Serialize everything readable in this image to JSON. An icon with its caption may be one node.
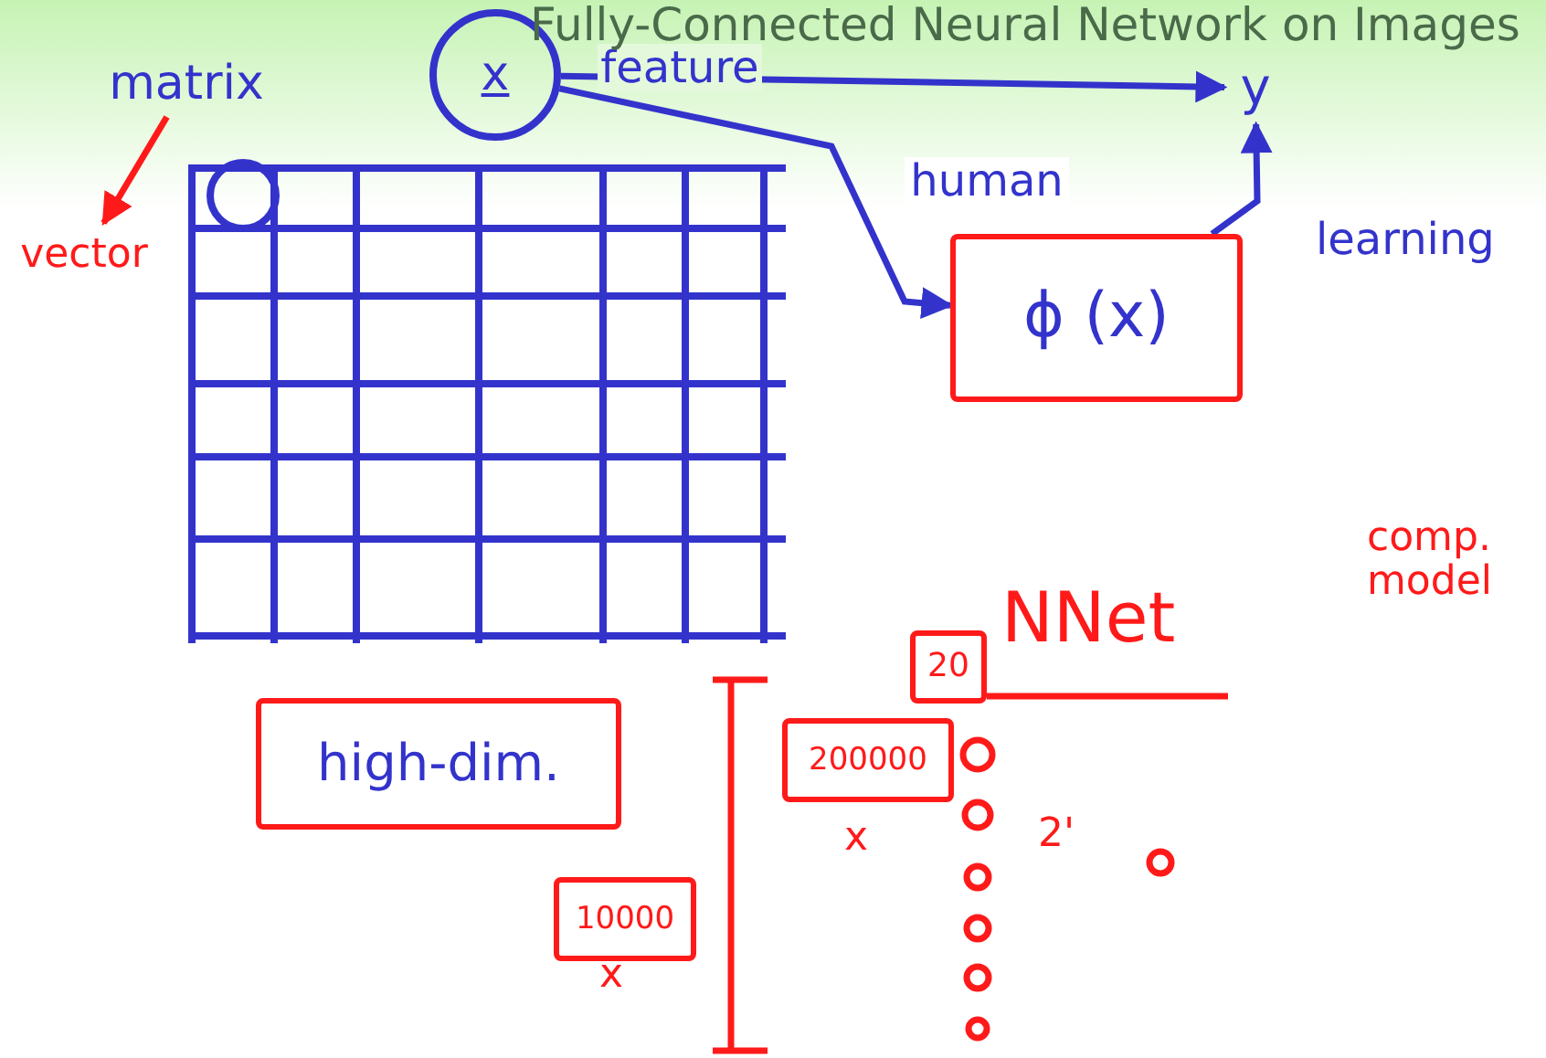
{
  "diagram": {
    "title": "Fully-Connected Neural Network on Images",
    "nodes": [
      {
        "text": [
          "matrix"
        ]
      },
      {
        "text": [
          "x"
        ]
      },
      {
        "text": [
          "y"
        ]
      },
      {
        "text": [
          "vector"
        ]
      },
      {
        "text": [
          "ϕ (x)"
        ]
      },
      {
        "text": [
          "20"
        ]
      },
      {
        "text": [
          "high-dim."
        ]
      },
      {
        "text": [
          "200000"
        ]
      },
      {
        "text": [
          "10000"
        ]
      }
    ],
    "edges": [
      {
        "from": 0,
        "to": 3,
        "arrow": "to",
        "color": "#ff1a1a"
      },
      {
        "from": 1,
        "to": 2,
        "arrow": "to",
        "label": "feature"
      },
      {
        "from": 1,
        "to": 4,
        "arrow": "to",
        "label": "human"
      },
      {
        "from": 4,
        "to": 2,
        "arrow": "to",
        "label": "learning"
      }
    ],
    "labels": [
      "comp. model",
      "NNet",
      "x",
      "2'",
      "x"
    ]
  }
}
